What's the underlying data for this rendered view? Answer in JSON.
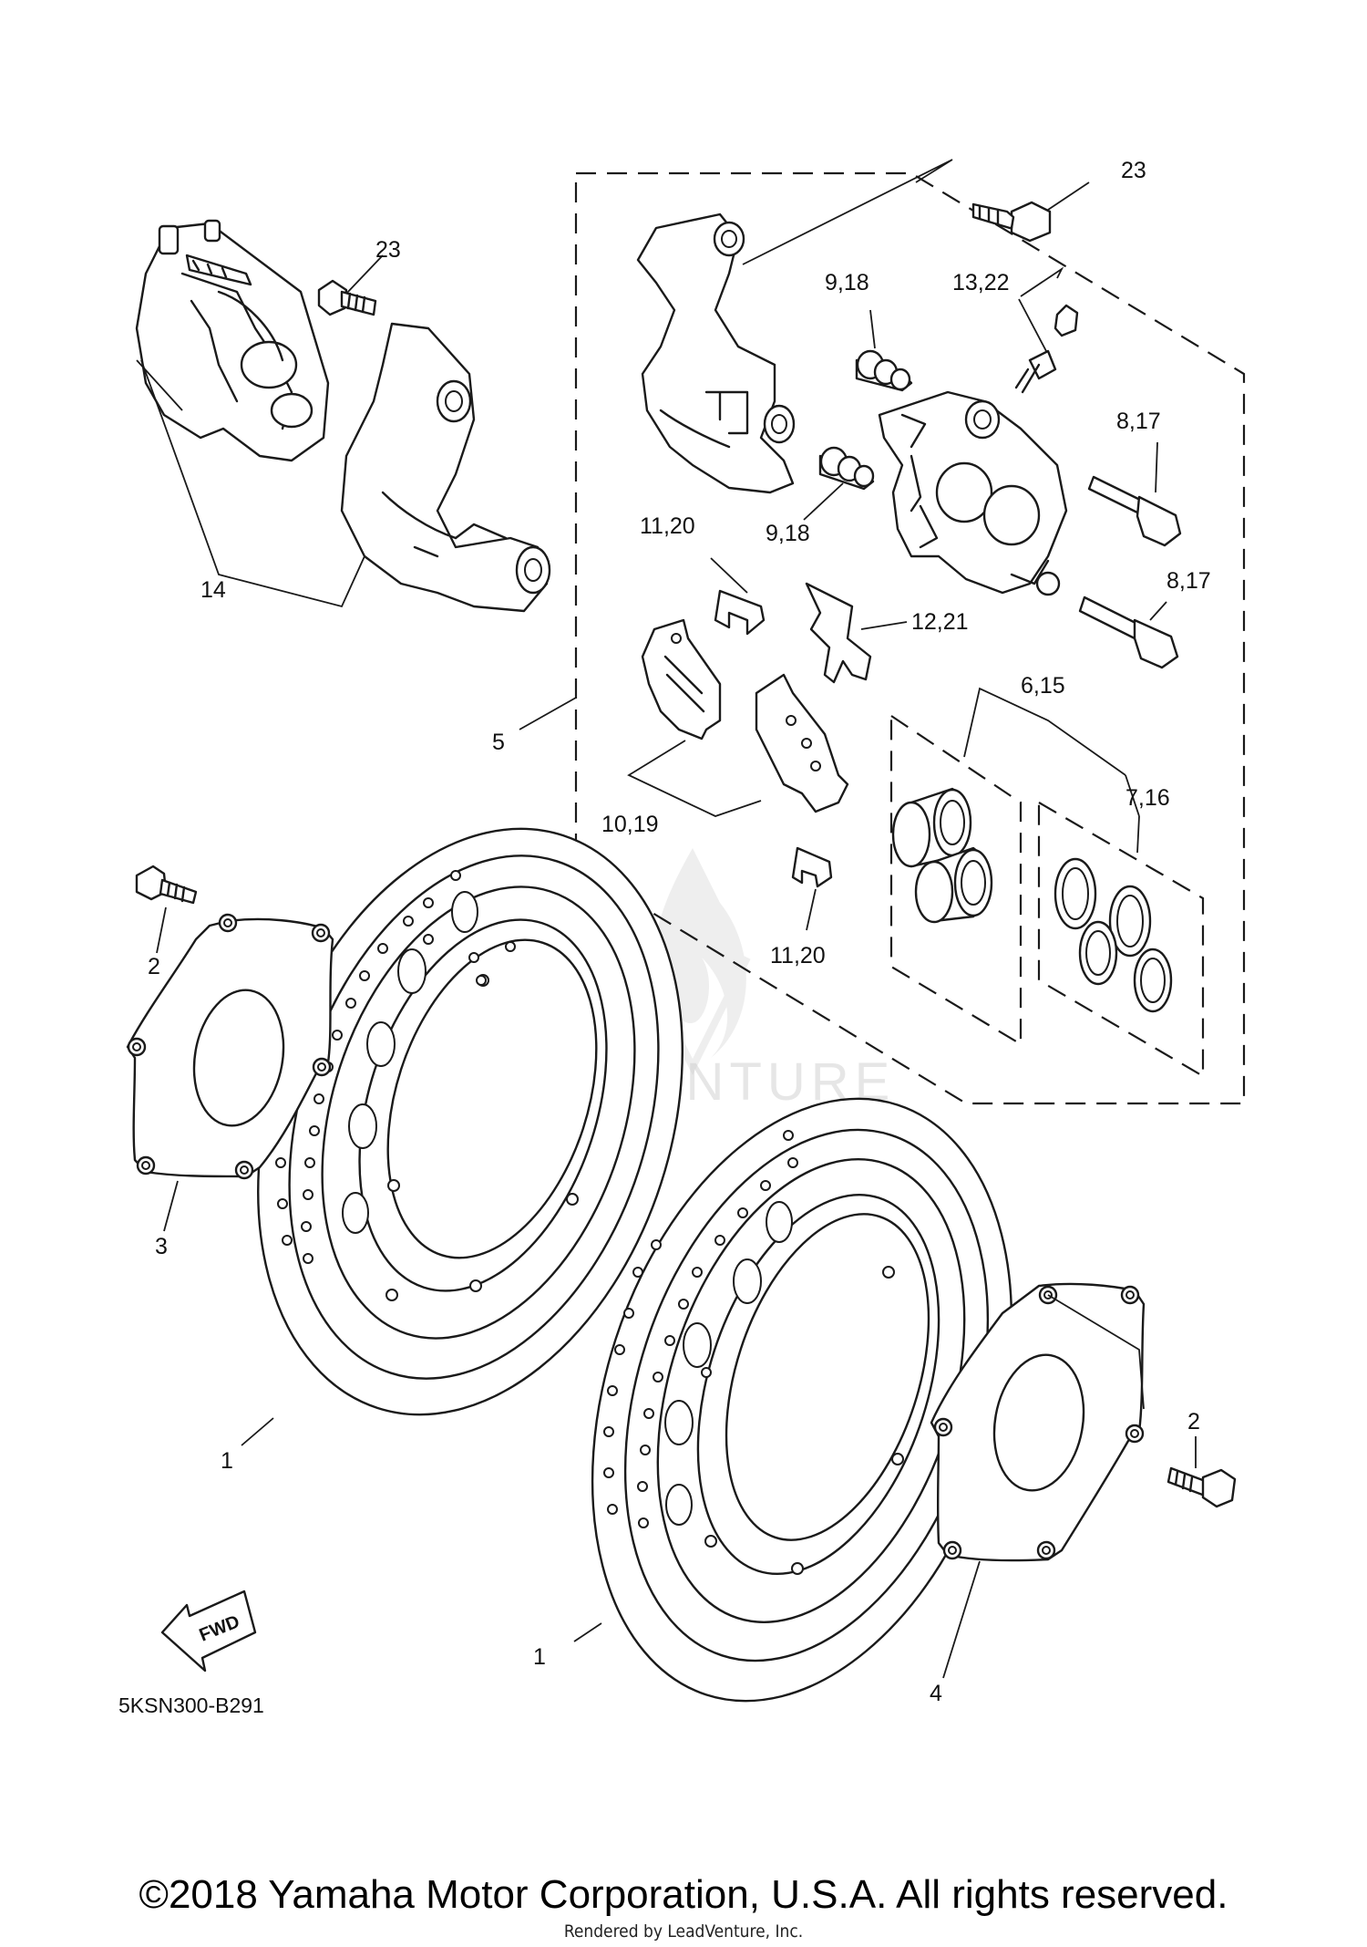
{
  "diagram": {
    "callouts": {
      "c1a": "1",
      "c1b": "1",
      "c2a": "2",
      "c2b": "2",
      "c3": "3",
      "c4": "4",
      "c5": "5",
      "c6_15": "6,15",
      "c7_16": "7,16",
      "c8_17a": "8,17",
      "c8_17b": "8,17",
      "c9_18a": "9,18",
      "c9_18b": "9,18",
      "c10_19": "10,19",
      "c11_20a": "11,20",
      "c11_20b": "11,20",
      "c12_21": "12,21",
      "c13_22": "13,22",
      "c14": "14",
      "c23a": "23",
      "c23b": "23"
    },
    "diagram_code": "5KSN300-B291",
    "fwd_label": "FWD",
    "watermark": "LEADVENTURE"
  },
  "footer": {
    "copyright": "©2018 Yamaha Motor Corporation, U.S.A. All rights reserved.",
    "rendered_by": "Rendered by LeadVenture, Inc."
  }
}
